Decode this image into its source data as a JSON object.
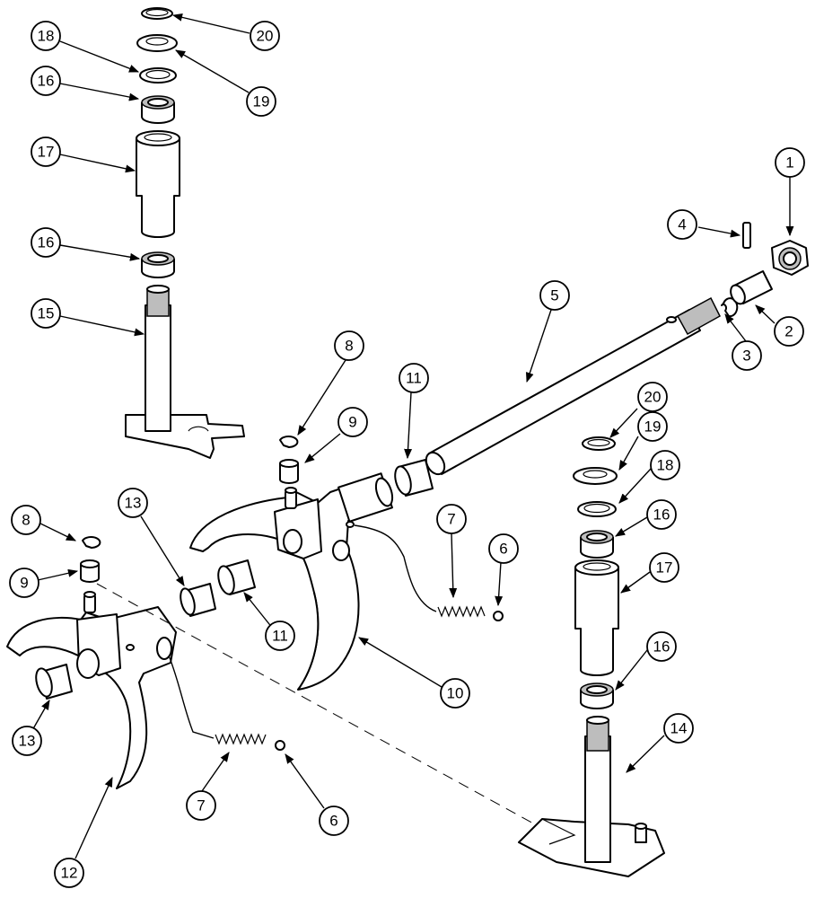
{
  "callouts": {
    "c20a": "20",
    "c18a": "18",
    "c19a": "19",
    "c16a": "16",
    "c17a": "17",
    "c16b": "16",
    "c15": "15",
    "c1": "1",
    "c4": "4",
    "c5": "5",
    "c2": "2",
    "c3": "3",
    "c8a": "8",
    "c9a": "9",
    "c11a": "11",
    "c20b": "20",
    "c19b": "19",
    "c18b": "18",
    "c16c": "16",
    "c17b": "17",
    "c16d": "16",
    "c14": "14",
    "c13a": "13",
    "c8b": "8",
    "c9b": "9",
    "c11b": "11",
    "c7a": "7",
    "c6a": "6",
    "c10": "10",
    "c13b": "13",
    "c12": "12",
    "c7b": "7",
    "c6b": "6"
  }
}
